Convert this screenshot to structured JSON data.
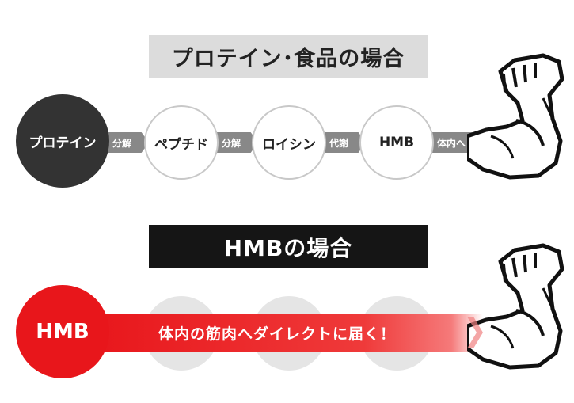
{
  "section1": {
    "title": "プロテイン･食品の場合",
    "steps": [
      "プロテイン",
      "ペプチド",
      "ロイシン",
      "HMB"
    ],
    "arrows": [
      "分解",
      "分解",
      "代謝",
      "体内へ"
    ]
  },
  "section2": {
    "title": "HMBの場合",
    "source": "HMB",
    "message": "体内の筋肉へダイレクトに届く！"
  },
  "colors": {
    "dark_circle": "#333333",
    "arrow_gray": "#888888",
    "red": "#e8161b",
    "title1_bg": "#dcdcdc",
    "title2_bg": "#151515"
  },
  "icons": [
    "flexed-arm-icon",
    "flexed-arm-icon"
  ]
}
